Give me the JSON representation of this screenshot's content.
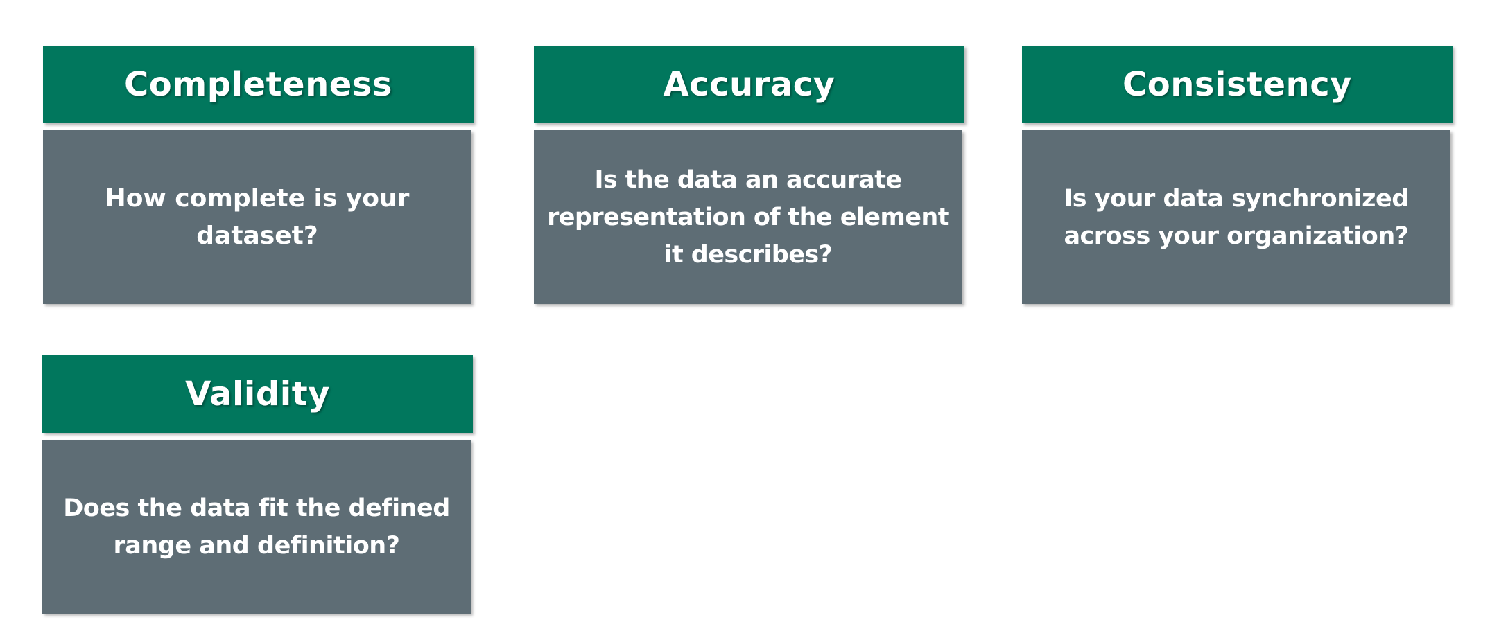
{
  "cards": [
    {
      "title": "Completeness",
      "question": "How complete is your dataset?"
    },
    {
      "title": "Accuracy",
      "question": "Is the data an accurate representation of the element it describes?"
    },
    {
      "title": "Consistency",
      "question": "Is your data synchronized across your organization?"
    },
    {
      "title": "Validity",
      "question": "Does the data fit the defined range and definition?"
    }
  ],
  "colors": {
    "header": "#01775d",
    "body": "#5e6d75",
    "text": "#ffffff",
    "background": "#ffffff"
  }
}
